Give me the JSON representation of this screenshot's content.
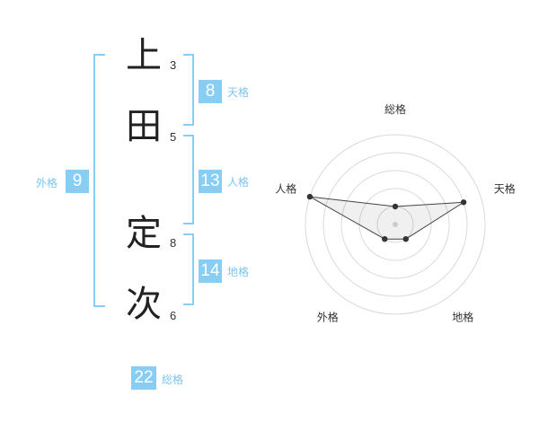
{
  "name": {
    "chars": [
      {
        "char": "上",
        "strokes": "3"
      },
      {
        "char": "田",
        "strokes": "5"
      },
      {
        "char": "定",
        "strokes": "8"
      },
      {
        "char": "次",
        "strokes": "6"
      }
    ]
  },
  "fortune": {
    "tenkaku": {
      "value": "8",
      "label": "天格"
    },
    "jinkaku": {
      "value": "13",
      "label": "人格"
    },
    "chikaku": {
      "value": "14",
      "label": "地格"
    },
    "gaikaku": {
      "value": "9",
      "label": "外格"
    },
    "soukaku": {
      "value": "22",
      "label": "総格"
    }
  },
  "colors": {
    "accent": "#87cdf4",
    "label": "#7ec4ee"
  },
  "chart_data": {
    "type": "radar",
    "axes": [
      "総格",
      "天格",
      "地格",
      "外格",
      "人格"
    ],
    "values": [
      1,
      4,
      1,
      1,
      5
    ],
    "range": [
      0,
      5
    ],
    "grid": true
  }
}
